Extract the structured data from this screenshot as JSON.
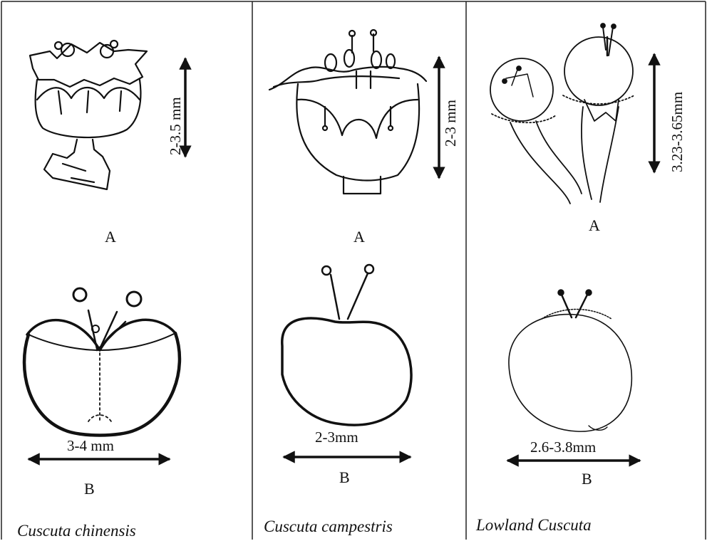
{
  "panels": [
    {
      "species": "Cuscuta chinensis",
      "flower": {
        "label": "A",
        "height": "2-3.5 mm"
      },
      "capsule": {
        "label": "B",
        "width": "3-4 mm"
      }
    },
    {
      "species": "Cuscuta campestris",
      "flower": {
        "label": "A",
        "height": "2-3 mm"
      },
      "capsule": {
        "label": "B",
        "width": "2-3mm"
      }
    },
    {
      "species": "Lowland Cuscuta",
      "flower": {
        "label": "A",
        "height": "3.23-3.65mm"
      },
      "capsule": {
        "label": "B",
        "width": "2.6-3.8mm"
      }
    }
  ],
  "colors": {
    "ink": "#111111",
    "background": "#ffffff"
  }
}
